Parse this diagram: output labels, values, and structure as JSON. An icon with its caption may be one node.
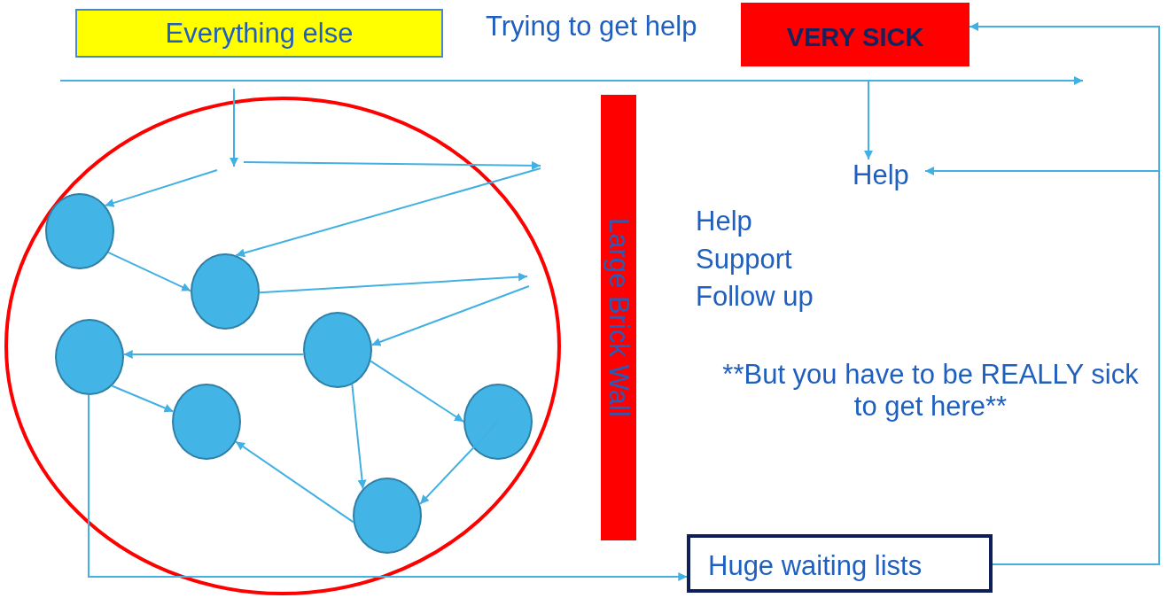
{
  "diagram": {
    "nodes": [
      {
        "text": [
          "Everything else"
        ]
      },
      {
        "text": [
          "VERY SICK"
        ]
      },
      {
        "text": [],
        "shape": "circle"
      },
      {
        "text": [],
        "shape": "circle",
        "in": 2
      },
      {
        "text": [],
        "shape": "circle",
        "in": 2
      },
      {
        "text": [],
        "shape": "circle",
        "in": 2
      },
      {
        "text": [],
        "shape": "circle",
        "in": 2
      },
      {
        "text": [],
        "shape": "circle",
        "in": 2
      },
      {
        "text": [],
        "shape": "circle",
        "in": 2
      },
      {
        "text": [],
        "shape": "circle",
        "in": 2
      },
      {
        "text": [
          "Large Brick Wall"
        ]
      },
      {
        "text": [
          "Help"
        ]
      },
      {
        "text": [
          "Huge waiting lists"
        ]
      }
    ],
    "edges": [
      {
        "from": null,
        "to": 11,
        "arrow": "to"
      },
      {
        "from": null,
        "to": 3,
        "arrow": "to"
      },
      {
        "from": null,
        "to": 4,
        "arrow": "to"
      },
      {
        "from": 3,
        "to": 4,
        "arrow": "to"
      },
      {
        "from": 4,
        "to": null,
        "arrow": "to"
      },
      {
        "from": null,
        "to": 6,
        "arrow": "to"
      },
      {
        "from": 6,
        "to": 5,
        "arrow": "to"
      },
      {
        "from": 5,
        "to": 7,
        "arrow": "to"
      },
      {
        "from": 6,
        "to": 8,
        "arrow": "to"
      },
      {
        "from": 6,
        "to": 9,
        "arrow": "to"
      },
      {
        "from": 8,
        "to": 9,
        "arrow": "to"
      },
      {
        "from": 9,
        "to": 7,
        "arrow": "to"
      },
      {
        "from": 5,
        "to": 12,
        "arrow": "to"
      },
      {
        "from": 12,
        "to": 1,
        "arrow": "to"
      },
      {
        "from": 12,
        "to": 11,
        "arrow": "to"
      }
    ],
    "labels": [
      "Trying to get help",
      "Help",
      "Support",
      "Follow up",
      "**But you have to be REALLY sick to get here**"
    ]
  }
}
